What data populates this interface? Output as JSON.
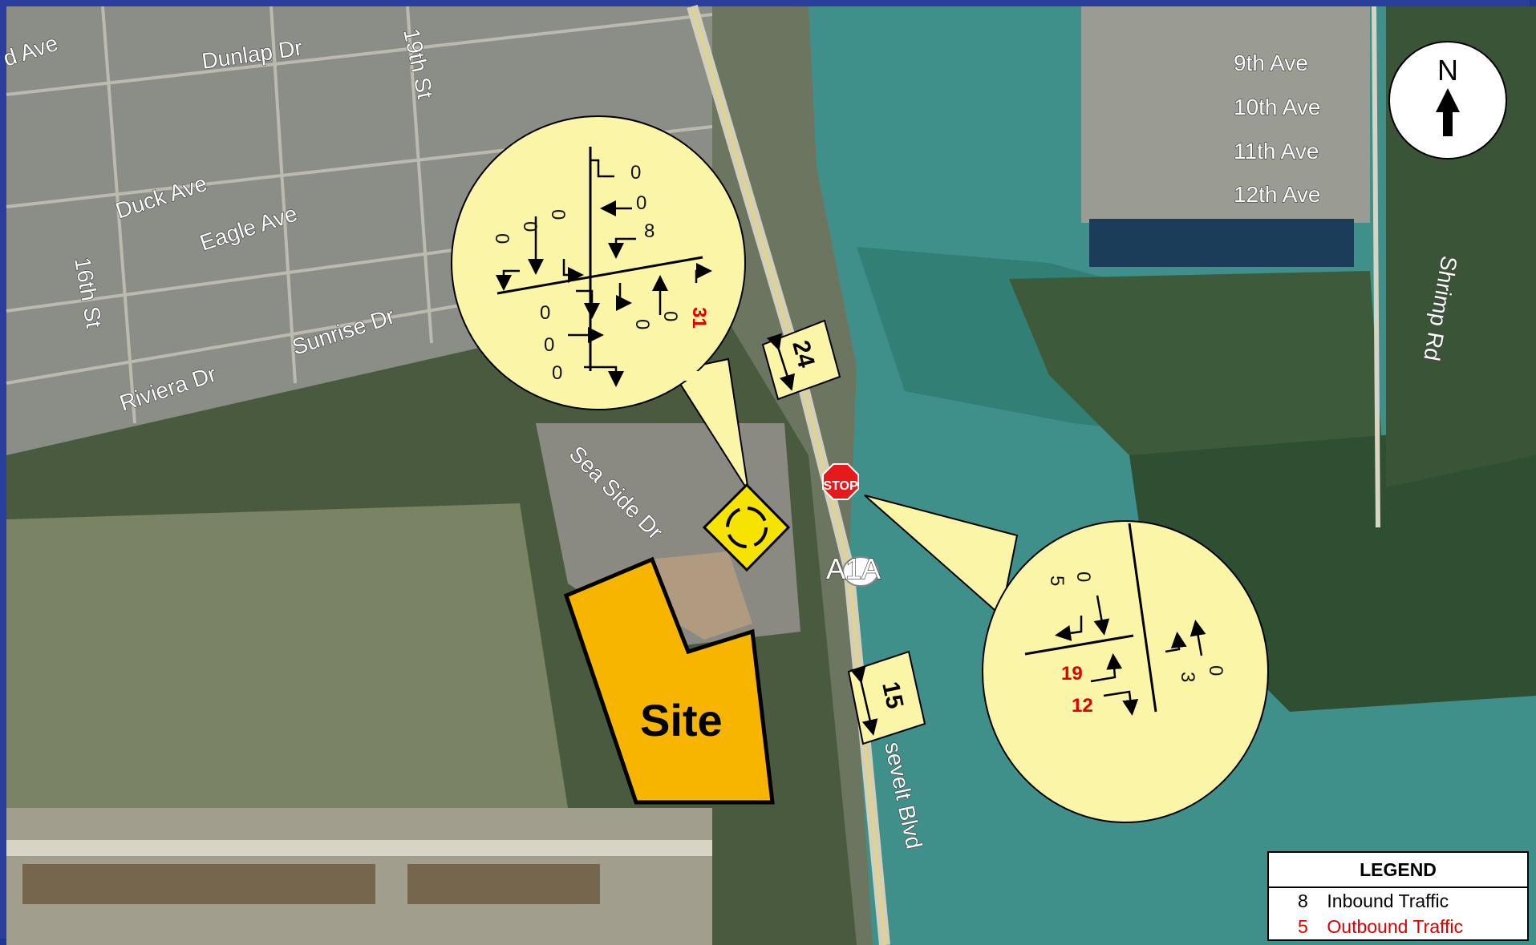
{
  "map": {
    "streets": [
      "d Ave",
      "Dunlap Dr",
      "19th St",
      "Duck Ave",
      "Eagle Ave",
      "16th St",
      "Sunrise Dr",
      "Riviera Dr",
      "Sea Side Dr",
      "9th Ave",
      "10th Ave",
      "11th Ave",
      "12th Ave",
      "Shrimp Rd",
      "sevelt Blvd"
    ],
    "route_shield": "A1A",
    "site_label": "Site",
    "stop_sign_text": "STOP",
    "roundabout_icon": "roundabout-icon",
    "north_label": "N"
  },
  "counts": {
    "north_link": "24",
    "south_link": "15"
  },
  "roundabout_volumes": {
    "eb_right": "0",
    "eb_thru": "0",
    "eb_left": "8",
    "sb_u": "0",
    "sb_thru": "0",
    "sb_right": "0",
    "wb_left": "0",
    "wb_thru": "0",
    "wb_right": "0",
    "nb_left": "0",
    "nb_thru": "0",
    "nb_right": "31"
  },
  "stop_volumes": {
    "sb_thru": "0",
    "sb_left": "5",
    "eb_in": "19",
    "eb_out": "12",
    "nb_thru": "0",
    "nb_right": "3"
  },
  "colors": {
    "inbound": "#000000",
    "outbound": "#e00000",
    "callout": "#fbf5a8",
    "site": "#f7b500"
  },
  "legend": {
    "title": "LEGEND",
    "items": [
      {
        "value": "8",
        "label": "Inbound Traffic"
      },
      {
        "value": "5",
        "label": "Outbound Traffic"
      }
    ]
  }
}
